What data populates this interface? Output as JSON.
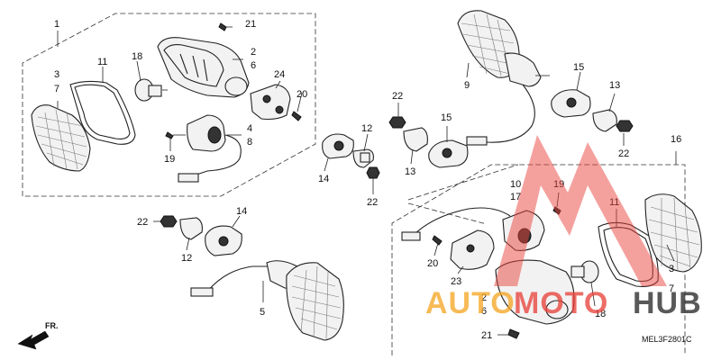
{
  "diagram": {
    "diagram_code": "MEL3F2801C",
    "direction_label": "FR.",
    "callouts": {
      "c1": "1",
      "c2_top": "2",
      "c6_top": "6",
      "c3_left": "3",
      "c7_left": "7",
      "c11_left": "11",
      "c18_left": "18",
      "c21_top": "21",
      "c24": "24",
      "c20_left": "20",
      "c4": "4",
      "c8": "8",
      "c19_left": "19",
      "c12_mid": "12",
      "c14_mid": "14",
      "c22_mid": "22",
      "c22_low": "22",
      "c14_low": "14",
      "c12_low": "12",
      "c5": "5",
      "c9": "9",
      "c15_top": "15",
      "c13_top": "13",
      "c22_right": "22",
      "c22_center": "22",
      "c15_center": "15",
      "c13_center": "13",
      "c16": "16",
      "c10": "10",
      "c17": "17",
      "c19_right": "19",
      "c11_right": "11",
      "c20_right": "20",
      "c23": "23",
      "c2_bottom": "2",
      "c6_bottom": "6",
      "c3_right": "3",
      "c7_right": "7",
      "c18_right": "18",
      "c21_bottom": "21"
    }
  },
  "watermark": {
    "part1": "AUTO",
    "part2": "MOTO",
    "part3": "HUB",
    "color_orange": "#f5a623",
    "color_red": "#e8413a",
    "color_dark": "#333333"
  }
}
